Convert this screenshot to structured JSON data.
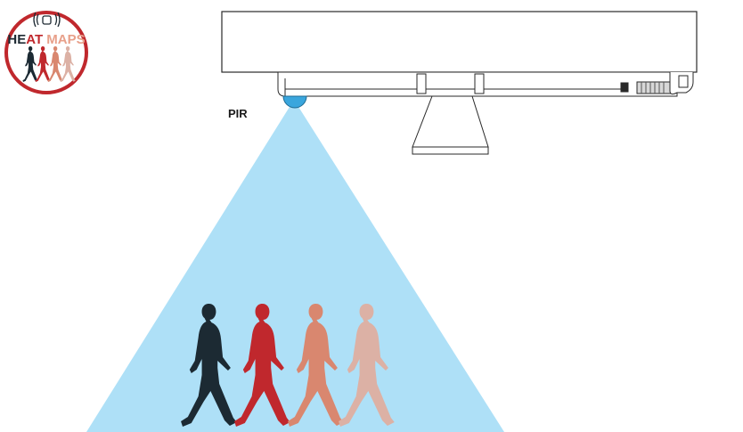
{
  "logo": {
    "text_he": "HE",
    "text_at": "AT",
    "text_maps": " MAPS",
    "colors": {
      "ring": "#c0282d",
      "he": "#1e2a33",
      "at": "#c0282d",
      "maps": "#e8a08a"
    }
  },
  "sensor_label": "PIR",
  "colors": {
    "detection_cone": "#aee0f7",
    "sensor": "#3aa6dd",
    "outline": "#2a2a2a",
    "walkers": [
      "#1c2a33",
      "#c0282d",
      "#d9876f",
      "#dcb1a5"
    ]
  },
  "icons": [
    "wifi-signal-icon",
    "walking-person-icon"
  ]
}
